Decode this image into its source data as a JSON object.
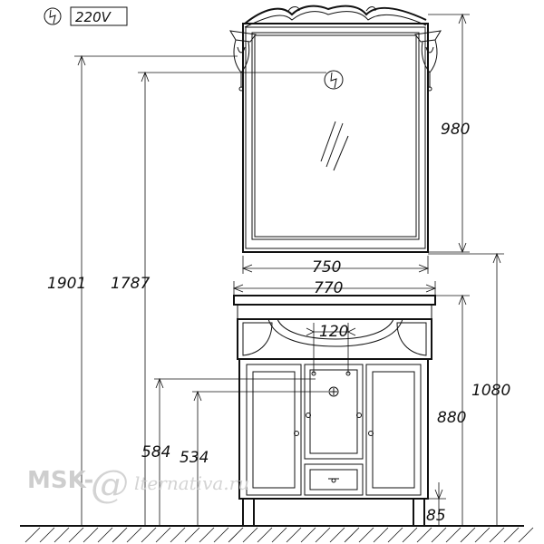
{
  "power_label": "220V",
  "dimensions": {
    "total_height": "1901",
    "mirror_top_height": "1787",
    "mirror_height": "980",
    "mirror_width": "750",
    "cabinet_width": "770",
    "siphon_width": "120",
    "cabinet_top_height": "1080",
    "counter_height": "880",
    "pipe_height_high": "584",
    "pipe_height_low": "534",
    "leg_height": "85"
  },
  "watermark": {
    "brand": "MSK-",
    "suffix": "lternativa.ru"
  },
  "icons": [
    "lightning-circle-icon",
    "lightning-circle-icon"
  ]
}
